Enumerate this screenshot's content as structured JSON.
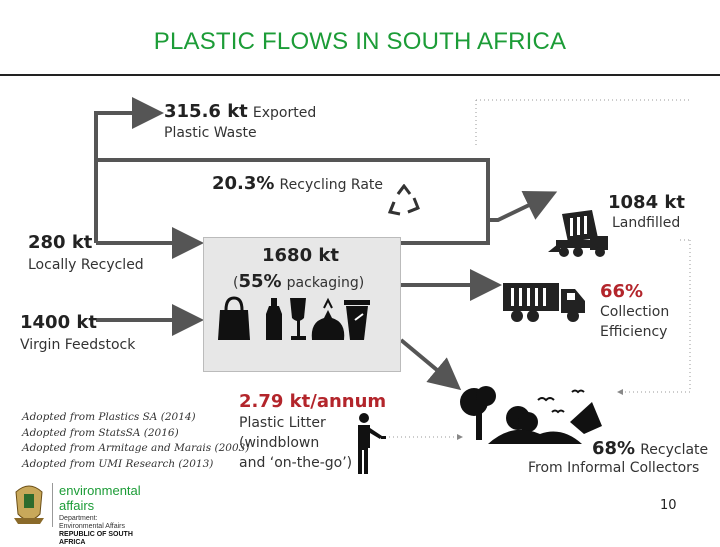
{
  "slide": {
    "title": "PLASTIC FLOWS IN SOUTH AFRICA",
    "page_number": "10"
  },
  "exported": {
    "value": "315.6 kt",
    "label_1": "Exported",
    "label_2": "Plastic Waste"
  },
  "recycling_rate": {
    "value": "20.3%",
    "label": "Recycling Rate"
  },
  "landfilled": {
    "value": "1084 kt",
    "label": "Landfilled"
  },
  "locally_recycled": {
    "value": "280 kt",
    "label": "Locally Recycled"
  },
  "center": {
    "value": "1680 kt",
    "open": "(",
    "percent": "55%",
    "label": "packaging)"
  },
  "virgin": {
    "value": "1400 kt",
    "label": "Virgin Feedstock"
  },
  "collection": {
    "value": "66%",
    "label_1": "Collection",
    "label_2": "Efficiency"
  },
  "litter": {
    "value": "2.79 kt/annum",
    "line_1": "Plastic Litter",
    "line_2": "(windblown",
    "line_3": "and ‘on-the-go’)"
  },
  "informal": {
    "value": "68%",
    "label_1": "Recyclate",
    "label_2": "From Informal Collectors"
  },
  "references": [
    "Adopted from Plastics SA (2014)",
    "Adopted from StatsSA (2016)",
    "Adopted from Armitage and Marais (2003)",
    "Adopted from UMI Research  (2013)"
  ],
  "logo": {
    "name": "environmental affairs",
    "line_1": "Department:",
    "line_2": "Environmental Affairs",
    "line_3": "REPUBLIC OF SOUTH AFRICA"
  },
  "colors": {
    "title": "#1c9c37",
    "accent_red": "#b3252b",
    "arrow": "#555555",
    "box": "#e7e7e7"
  },
  "icons": [
    "recycle-icon",
    "dump-truck-icon",
    "garbage-truck-icon",
    "plastic-bag-icon",
    "bottle-icon",
    "wine-glass-icon",
    "trash-bag-icon",
    "coffee-cup-icon",
    "person-littering-icon",
    "tree-icon",
    "birds-icon",
    "coat-of-arms-icon"
  ]
}
